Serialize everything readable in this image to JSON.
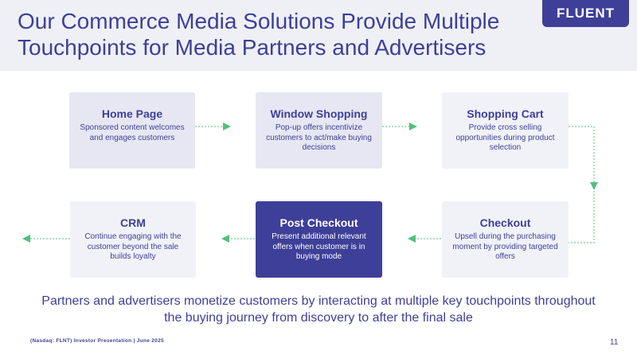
{
  "header": {
    "title": "Our Commerce Media Solutions Provide Multiple Touchpoints for Media Partners and Advertisers",
    "logo_text": "FLUENT"
  },
  "steps": [
    {
      "title": "Home Page",
      "description": "Sponsored content welcomes and engages customers"
    },
    {
      "title": "Window Shopping",
      "description": "Pop-up offers incentivize customers to act/make buying decisions"
    },
    {
      "title": "Shopping Cart",
      "description": "Provide cross selling opportunities during product selection"
    },
    {
      "title": "Checkout",
      "description": "Upsell during the purchasing moment by providing targeted offers"
    },
    {
      "title": "Post Checkout",
      "description": "Present additional relevant offers when customer is in buying mode"
    },
    {
      "title": "CRM",
      "description": "Continue engaging with the customer beyond the sale builds loyalty"
    }
  ],
  "summary": "Partners and advertisers monetize customers by interacting at multiple key touchpoints throughout the buying journey from discovery to after the final sale",
  "footer": "(Nasdaq: FLNT) Investor Presentation | June 2025",
  "page_number": "11",
  "colors": {
    "brand": "#3e3f98",
    "arrow": "#52c07a",
    "header_bg": "#eef0f5"
  }
}
